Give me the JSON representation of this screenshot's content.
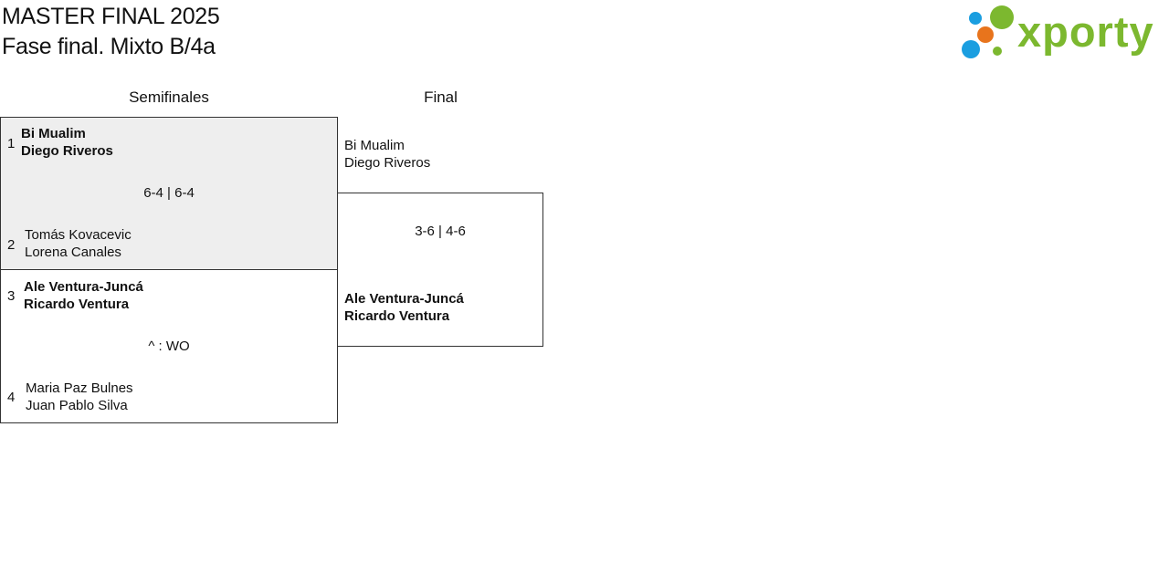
{
  "header": {
    "title": "MASTER FINAL 2025",
    "subtitle": "Fase final. Mixto B/4a"
  },
  "logo": {
    "text": "xporty",
    "colors": {
      "green": "#7cb82f",
      "blue": "#1a9ee0",
      "orange": "#e8741c"
    }
  },
  "columns": {
    "semis": "Semifinales",
    "final": "Final"
  },
  "semifinals": [
    {
      "top": {
        "seed": "1",
        "player1": "Bi Mualim",
        "player2": "Diego Riveros",
        "winner": true
      },
      "bottom": {
        "seed": "2",
        "player1": "Tomás Kovacevic",
        "player2": "Lorena Canales",
        "winner": false
      },
      "score": "6-4 | 6-4"
    },
    {
      "top": {
        "seed": "3",
        "player1": "Ale Ventura-Juncá",
        "player2": "Ricardo Ventura",
        "winner": true
      },
      "bottom": {
        "seed": "4",
        "player1": "Maria Paz Bulnes",
        "player2": "Juan Pablo Silva",
        "winner": false
      },
      "score": "^ : WO"
    }
  ],
  "final": {
    "top": {
      "player1": "Bi Mualim",
      "player2": "Diego Riveros",
      "winner": false
    },
    "bottom": {
      "player1": "Ale Ventura-Juncá",
      "player2": "Ricardo Ventura",
      "winner": true
    },
    "score": "3-6 | 4-6"
  }
}
